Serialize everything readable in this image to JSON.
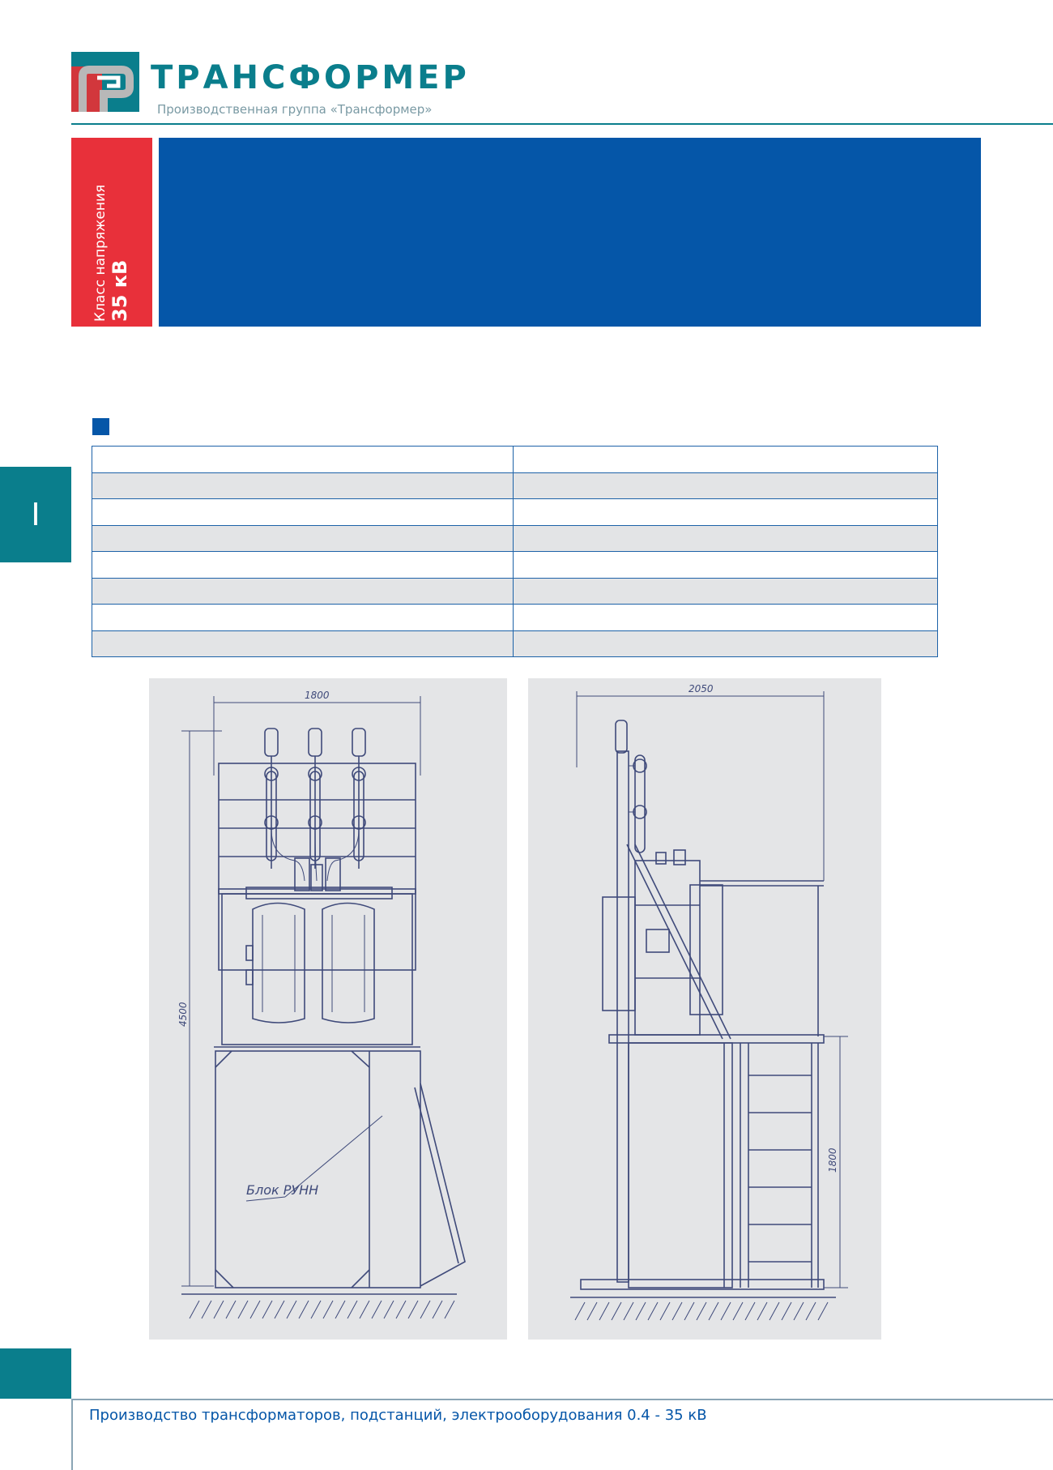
{
  "header": {
    "brand_name": "ТРАНСФОРМЕР",
    "brand_subtitle": "Производственная группа «Трансформер»",
    "logo_colors": {
      "teal": "#0a7e8c",
      "red": "#d2373c",
      "grey": "#b8b8b8"
    }
  },
  "banner": {
    "voltage_label": "Класс напряжения",
    "voltage_value": "35 кВ",
    "tab_color": "#e8303a",
    "banner_color": "#0556a8"
  },
  "side_tab": {
    "label": "I"
  },
  "table": {
    "rows": 8,
    "row_colors": [
      "#ffffff",
      "#e3e4e6"
    ]
  },
  "drawings": {
    "front": {
      "width_dim": "1800",
      "height_dim": "4500",
      "block_label": "Блок РУНН"
    },
    "side": {
      "width_dim": "2050",
      "height_dim": "1800"
    }
  },
  "footer": {
    "text": "Производство трансформаторов, подстанций, электрооборудования 0.4 - 35 кВ"
  }
}
